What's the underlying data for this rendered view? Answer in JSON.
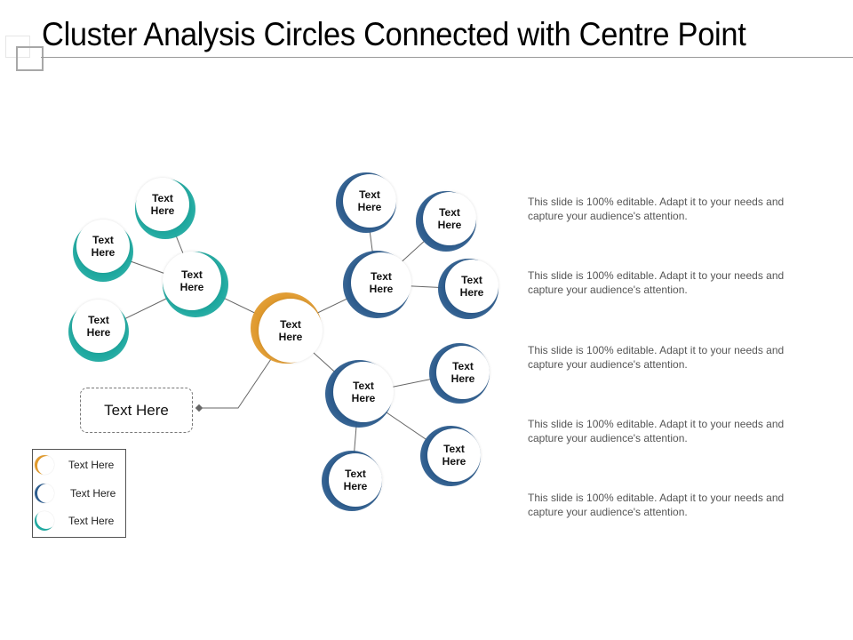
{
  "title": "Cluster Analysis Circles Connected with Centre Point",
  "colors": {
    "orange": "#E09A2E",
    "blue": "#2E5D8E",
    "teal": "#1FA9A0",
    "line": "#666666"
  },
  "diagram": {
    "center": {
      "label": "Text\nHere",
      "color": "orange"
    },
    "clusters": [
      {
        "color": "teal",
        "hub": {
          "label": "Text Here"
        },
        "children": [
          {
            "label": "Text Here"
          },
          {
            "label": "Text Here"
          },
          {
            "label": "Text Here"
          }
        ]
      },
      {
        "color": "blue",
        "hub": {
          "label": "Text Here"
        },
        "children": [
          {
            "label": "Text Here"
          },
          {
            "label": "Text Here"
          },
          {
            "label": "Text Here"
          }
        ]
      },
      {
        "color": "blue",
        "hub": {
          "label": "Text Here"
        },
        "children": [
          {
            "label": "Text Here"
          },
          {
            "label": "Text Here"
          },
          {
            "label": "Text Here"
          }
        ]
      }
    ],
    "callout": "Text Here"
  },
  "legend": [
    {
      "color": "orange",
      "label": "Text Here"
    },
    {
      "color": "blue",
      "label": "Text Here"
    },
    {
      "color": "teal",
      "label": "Text Here"
    }
  ],
  "descriptions": [
    "This slide is 100% editable.  Adapt it to your needs and capture your audience's  attention.",
    "This slide is 100% editable.  Adapt it to your needs and capture your audience's  attention.",
    "This slide is 100% editable.  Adapt it to your needs and capture your audience's  attention.",
    "This slide is 100% editable.  Adapt it to your needs and capture your audience's  attention.",
    "This slide is 100% editable.  Adapt it to your needs and capture your audience's  attention."
  ]
}
